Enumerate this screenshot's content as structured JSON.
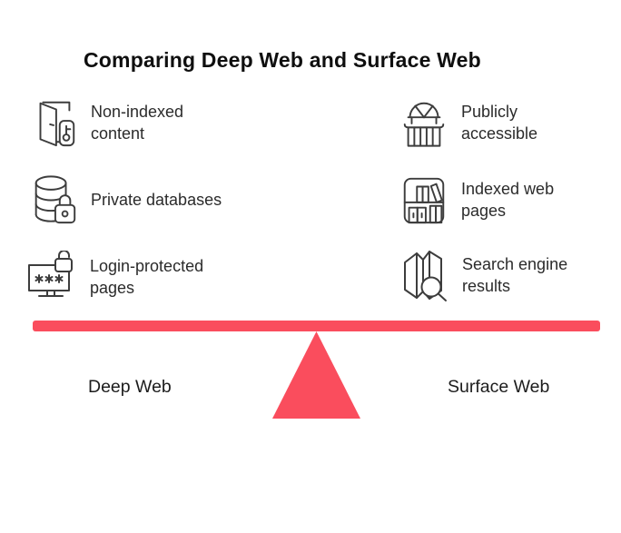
{
  "title": "Comparing Deep Web and Surface Web",
  "deep_web": {
    "side_label": "Deep Web",
    "items": [
      {
        "icon": "open-door-key-icon",
        "label": "Non-indexed content"
      },
      {
        "icon": "locked-database-icon",
        "label": "Private databases"
      },
      {
        "icon": "password-monitor-lock-icon",
        "label": "Login-protected pages"
      }
    ]
  },
  "surface_web": {
    "side_label": "Surface Web",
    "items": [
      {
        "icon": "market-stall-icon",
        "label": "Publicly accessible"
      },
      {
        "icon": "bookshelf-icon",
        "label": "Indexed web pages"
      },
      {
        "icon": "map-magnifier-icon",
        "label": "Search engine results"
      }
    ]
  },
  "seesaw": {
    "bar_color": "#FA4D5D",
    "triangle_color": "#FA4D5D"
  },
  "colors": {
    "background": "#FFFFFF",
    "icon_stroke": "#3D3D3D",
    "text": "#2B2B2B",
    "title": "#0F0F0F"
  }
}
